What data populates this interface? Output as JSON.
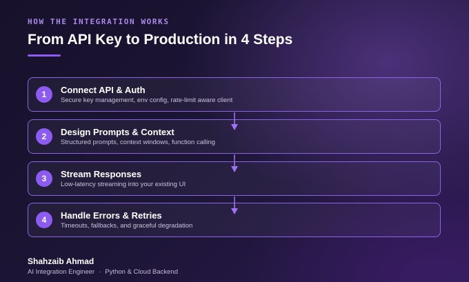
{
  "header": {
    "eyebrow": "HOW THE INTEGRATION WORKS",
    "title": "From API Key to Production in 4 Steps"
  },
  "steps": [
    {
      "number": "1",
      "title": "Connect API & Auth",
      "description": "Secure key management, env config, rate-limit aware client"
    },
    {
      "number": "2",
      "title": "Design Prompts & Context",
      "description": "Structured prompts, context windows, function calling"
    },
    {
      "number": "3",
      "title": "Stream Responses",
      "description": "Low-latency streaming into your existing UI"
    },
    {
      "number": "4",
      "title": "Handle Errors & Retries",
      "description": "Timeouts, fallbacks, and graceful degradation"
    }
  ],
  "footer": {
    "name": "Shahzaib Ahmad",
    "role": "AI Integration Engineer",
    "separator": "·",
    "specialty": "Python & Cloud Backend"
  },
  "colors": {
    "accent": "#8c5cf2",
    "border": "#8a66e6",
    "eyebrow": "#a98ae8",
    "background": "#1c1535"
  }
}
